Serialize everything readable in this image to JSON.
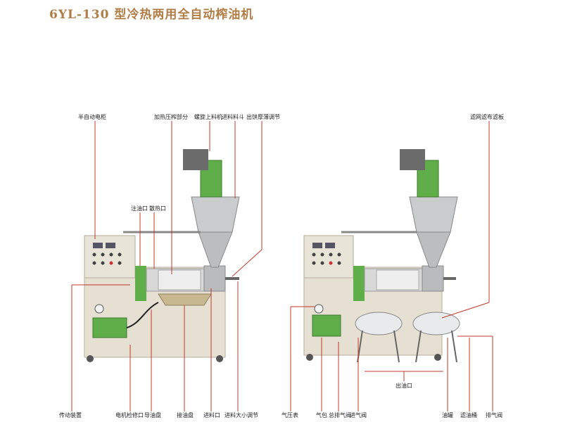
{
  "title": "6YL-130 型冷热两用全自动榨油机",
  "labels": {
    "semi_auto_cabinet": "半自动电柜",
    "heat_press": "加热压榨部分",
    "screw_feeder": "螺旋上料机",
    "hopper": "进料料斗",
    "cake_adjust": "出饼厚薄调节",
    "oil_inlet": "注油口",
    "heat_vent": "散热口",
    "filter_cloth": "滤网滤布滤板",
    "drive_device": "传动装置",
    "motor_port": "电机检修口",
    "oil_guide": "导油盘",
    "oil_pan": "接油盘",
    "feed_port": "进料口",
    "feed_size_adjust": "进料大小调节",
    "pressure_gauge": "气压表",
    "air_bag": "气包",
    "main_vent_valve": "总排气阀",
    "inlet_valve": "进气阀",
    "oil_outlet": "出油口",
    "oil_tank": "油罐",
    "filter_bucket": "滤油桶",
    "exhaust_valve": "排气阀"
  },
  "colors": {
    "title": "#b07d45",
    "cabinet": "#e6e0d3",
    "green": "#5fae4a",
    "steel": "#b9bbbd",
    "leader": "#c0392b"
  }
}
